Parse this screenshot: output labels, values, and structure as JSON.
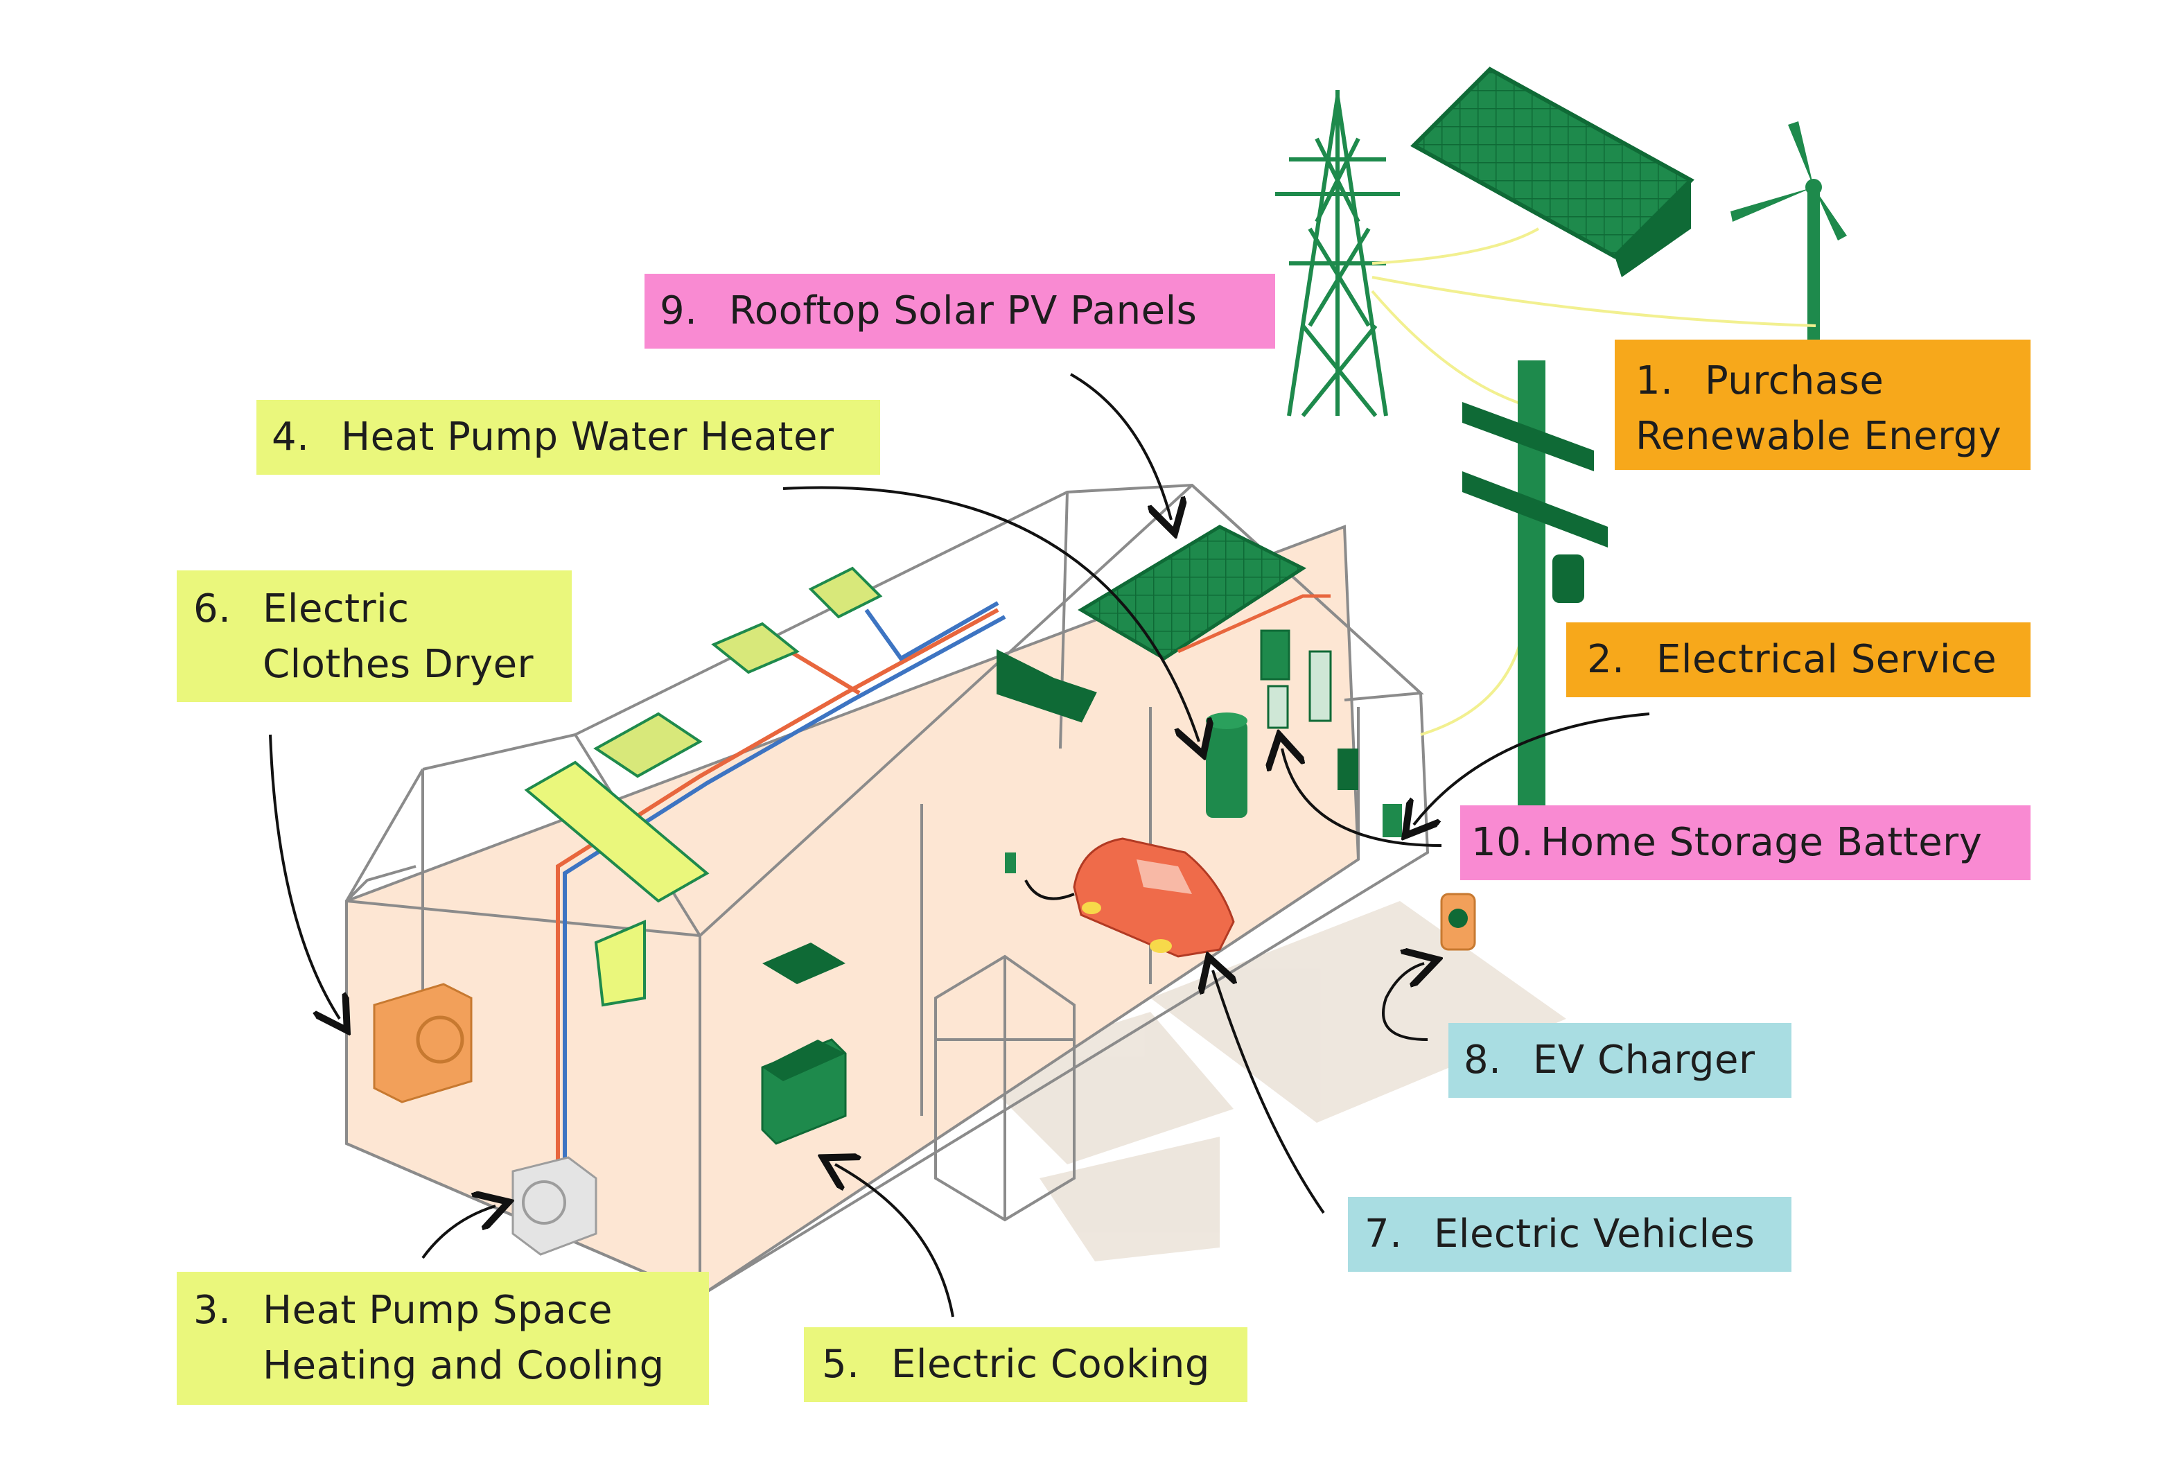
{
  "labels": [
    {
      "id": "purchase-renewable",
      "num": "1.",
      "line1": "Purchase",
      "line2": "Renewable Energy",
      "color": "#f7a81b"
    },
    {
      "id": "electrical-service",
      "num": "2.",
      "line1": "Electrical Service",
      "line2": "",
      "color": "#f7a81b"
    },
    {
      "id": "heat-pump-space",
      "num": "3.",
      "line1": "Heat Pump Space",
      "line2": "Heating and Cooling",
      "color": "#eaf77c"
    },
    {
      "id": "heat-pump-water",
      "num": "4.",
      "line1": "Heat Pump Water Heater",
      "line2": "",
      "color": "#eaf77c"
    },
    {
      "id": "electric-cooking",
      "num": "5.",
      "line1": "Electric Cooking",
      "line2": "",
      "color": "#eaf77c"
    },
    {
      "id": "clothes-dryer",
      "num": "6.",
      "line1": "Electric",
      "line2": "Clothes Dryer",
      "color": "#eaf77c"
    },
    {
      "id": "electric-vehicles",
      "num": "7.",
      "line1": "Electric Vehicles",
      "line2": "",
      "color": "#a9dde2"
    },
    {
      "id": "ev-charger",
      "num": "8.",
      "line1": "EV Charger",
      "line2": "",
      "color": "#a9dde2"
    },
    {
      "id": "rooftop-solar",
      "num": "9.",
      "line1": "Rooftop Solar PV Panels",
      "line2": "",
      "color": "#f98ad2"
    },
    {
      "id": "home-battery",
      "num": "10.",
      "line1": "Home Storage Battery",
      "line2": "",
      "color": "#f98ad2"
    }
  ],
  "colors": {
    "green": "#1e8a4c",
    "dark_green": "#0f6a36",
    "floor": "#fde6d3",
    "outline": "#8b8b8b",
    "car": "#ef6b4a",
    "dryer": "#f2a05a",
    "pipe_red": "#e8663d",
    "pipe_blue": "#3d74c2",
    "wire": "#f2f090",
    "shadow": "#ece4da"
  }
}
